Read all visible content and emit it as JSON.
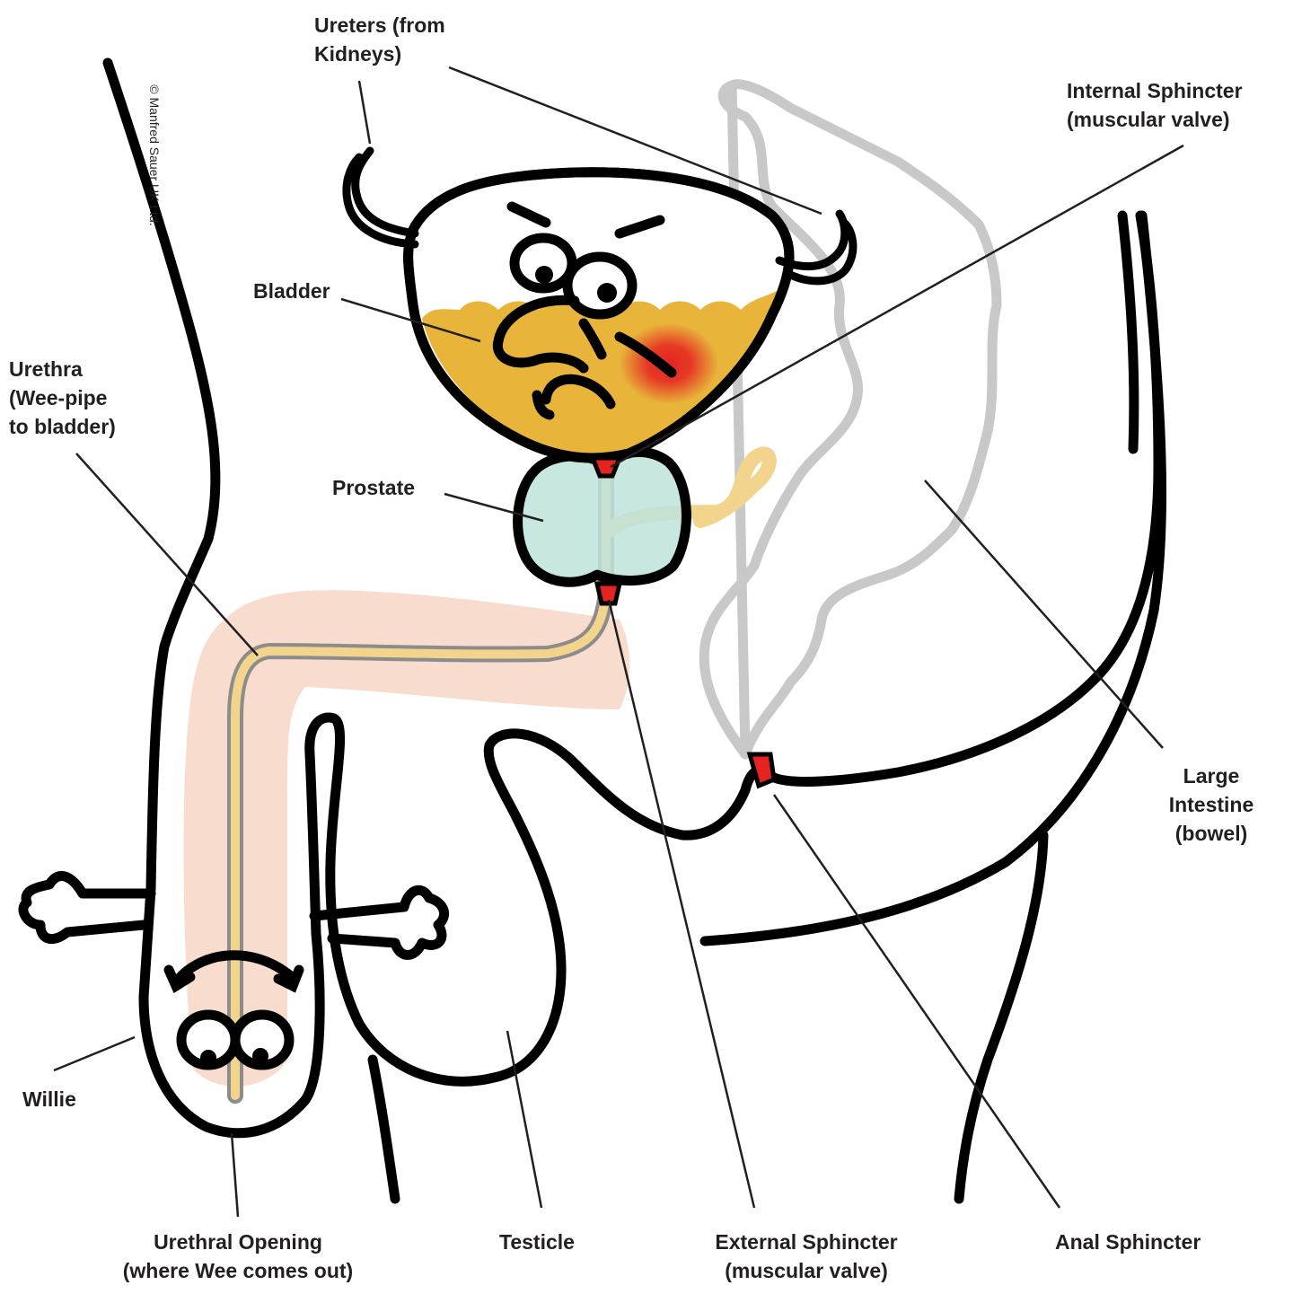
{
  "copyright": "© Manfred Sauer UK Ltd.",
  "labels": {
    "ureters_line1": "Ureters (from",
    "ureters_line2": "Kidneys)",
    "internal_line1": "Internal Sphincter",
    "internal_line2": "(muscular valve)",
    "bladder": "Bladder",
    "urethra_line1": "Urethra",
    "urethra_line2": "(Wee-pipe",
    "urethra_line3": "to bladder)",
    "prostate": "Prostate",
    "large_line1": "Large",
    "large_line2": "Intestine",
    "large_line3": "(bowel)",
    "willie": "Willie",
    "opening_line1": "Urethral Opening",
    "opening_line2": "(where Wee comes out)",
    "testicle": "Testicle",
    "external_line1": "External Sphincter",
    "external_line2": "(muscular valve)",
    "anal": "Anal Sphincter"
  },
  "colors": {
    "outline": "#000000",
    "urine": "#e8b43a",
    "prostate": "#bde3da",
    "sphincter": "#e52421",
    "urethra": "#f3d48c",
    "penis_shade": "#f8dccd",
    "bowel": "#c8c8c8",
    "text": "#231f20"
  }
}
